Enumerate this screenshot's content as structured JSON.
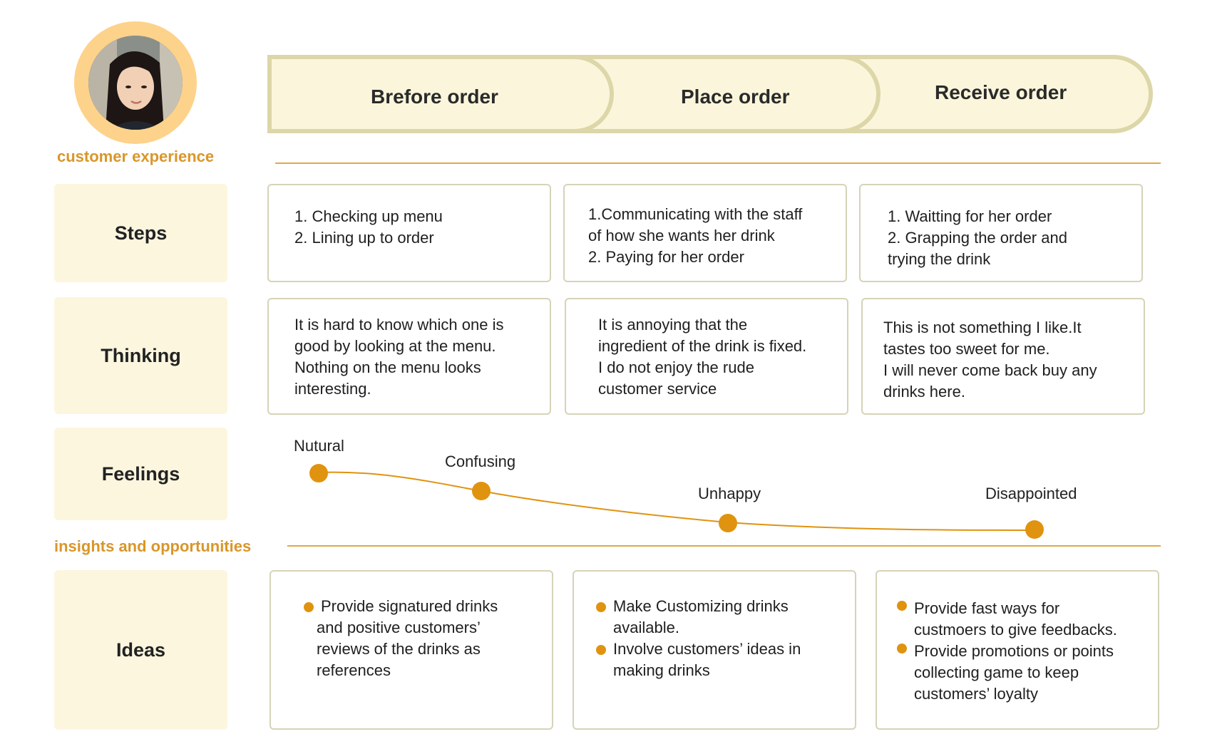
{
  "persona": {
    "section_label": "customer experience"
  },
  "stages": [
    "Brefore order",
    "Place order",
    "Receive order"
  ],
  "rows": {
    "steps": "Steps",
    "thinking": "Thinking",
    "feelings": "Feelings",
    "ideas": "Ideas"
  },
  "steps": [
    [
      "1. Checking up menu",
      "2. Lining up to order"
    ],
    [
      "1.Communicating with the staff",
      "of how she wants her drink",
      "2. Paying for her order"
    ],
    [
      "1. Waitting for her order",
      "2. Grapping the order and",
      "trying the drink"
    ]
  ],
  "thinking": [
    [
      "It is hard to know which one is",
      "good by looking at the menu.",
      "Nothing on the menu looks",
      "interesting."
    ],
    [
      "It is annoying that the",
      "ingredient of the drink is fixed.",
      "I do not enjoy the rude",
      "customer service"
    ],
    [
      "This is not something I like.It",
      "tastes too sweet for me.",
      "I will never come back buy any",
      "drinks here."
    ]
  ],
  "feelings": {
    "labels": [
      "Nutural",
      "Confusing",
      "Unhappy",
      "Disappointed"
    ],
    "curve_color": "#e0930f"
  },
  "insights_label": "insights and opportunities",
  "ideas": [
    [
      [
        "Provide signatured drinks",
        "and positive customers’",
        "reviews of the drinks as",
        "references"
      ]
    ],
    [
      [
        "Make Customizing drinks",
        "available."
      ],
      [
        "Involve customers’ ideas in",
        "making drinks"
      ]
    ],
    [
      [
        "Provide fast ways for",
        "custmoers to give feedbacks."
      ],
      [
        "Provide promotions or points",
        "collecting game to keep",
        "customers’ loyalty"
      ]
    ]
  ],
  "colors": {
    "accent": "#d9962a",
    "dot": "#e0930f",
    "label_bg": "#fcf6df",
    "stage_fill": "#fbf6db",
    "stage_stroke": "#ddd6a8",
    "card_border": "#d6d3b8",
    "avatar_ring": "#fdd28b"
  }
}
